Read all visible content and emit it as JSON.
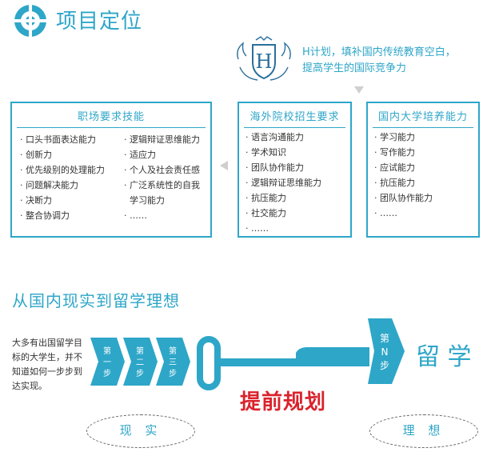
{
  "section1": {
    "title": "项目定位"
  },
  "logo": {
    "letter": "H"
  },
  "slogan": {
    "line1": "H计划，填补国内传统教育空白，",
    "line2": "提高学生的国际竞争力"
  },
  "boxes": {
    "left": {
      "title": "职场要求技能",
      "col1": [
        "· 口头书面表达能力",
        "· 创新力",
        "· 优先级别的处理能力",
        "· 问题解决能力",
        "· 决断力",
        "· 整合协调力"
      ],
      "col2": [
        "· 逻辑辩证思维能力",
        "· 适应力",
        "· 个人及社会责任感",
        "· 广泛系统性的自我",
        "  学习能力",
        "· ……"
      ]
    },
    "middle": {
      "title": "海外院校招生要求",
      "items": [
        "· 语言沟通能力",
        "· 学术知识",
        "· 团队协作能力",
        "· 逻辑辩证思维能力",
        "· 抗压能力",
        "· 社交能力",
        "· ……"
      ]
    },
    "right": {
      "title": "国内大学培养能力",
      "items": [
        "· 学习能力",
        "· 写作能力",
        "· 应试能力",
        "· 抗压能力",
        "· 团队协作能力",
        "· ……"
      ]
    }
  },
  "section2": {
    "title": "从国内现实到留学理想"
  },
  "intro": {
    "text": "大多有出国留学目标的大学生，并不知道如何一步步到达实现。"
  },
  "steps": {
    "s1": [
      "第",
      "一",
      "步"
    ],
    "s2": [
      "第",
      "二",
      "步"
    ],
    "s3": [
      "第",
      "三",
      "步"
    ],
    "sn": [
      "第",
      "N",
      "步"
    ]
  },
  "goal": "留 学",
  "plan": "提前规划",
  "labels": {
    "reality": "现 实",
    "ideal": "理 想"
  },
  "colors": {
    "accent": "#2ea6c8",
    "plan": "#d9232d"
  }
}
